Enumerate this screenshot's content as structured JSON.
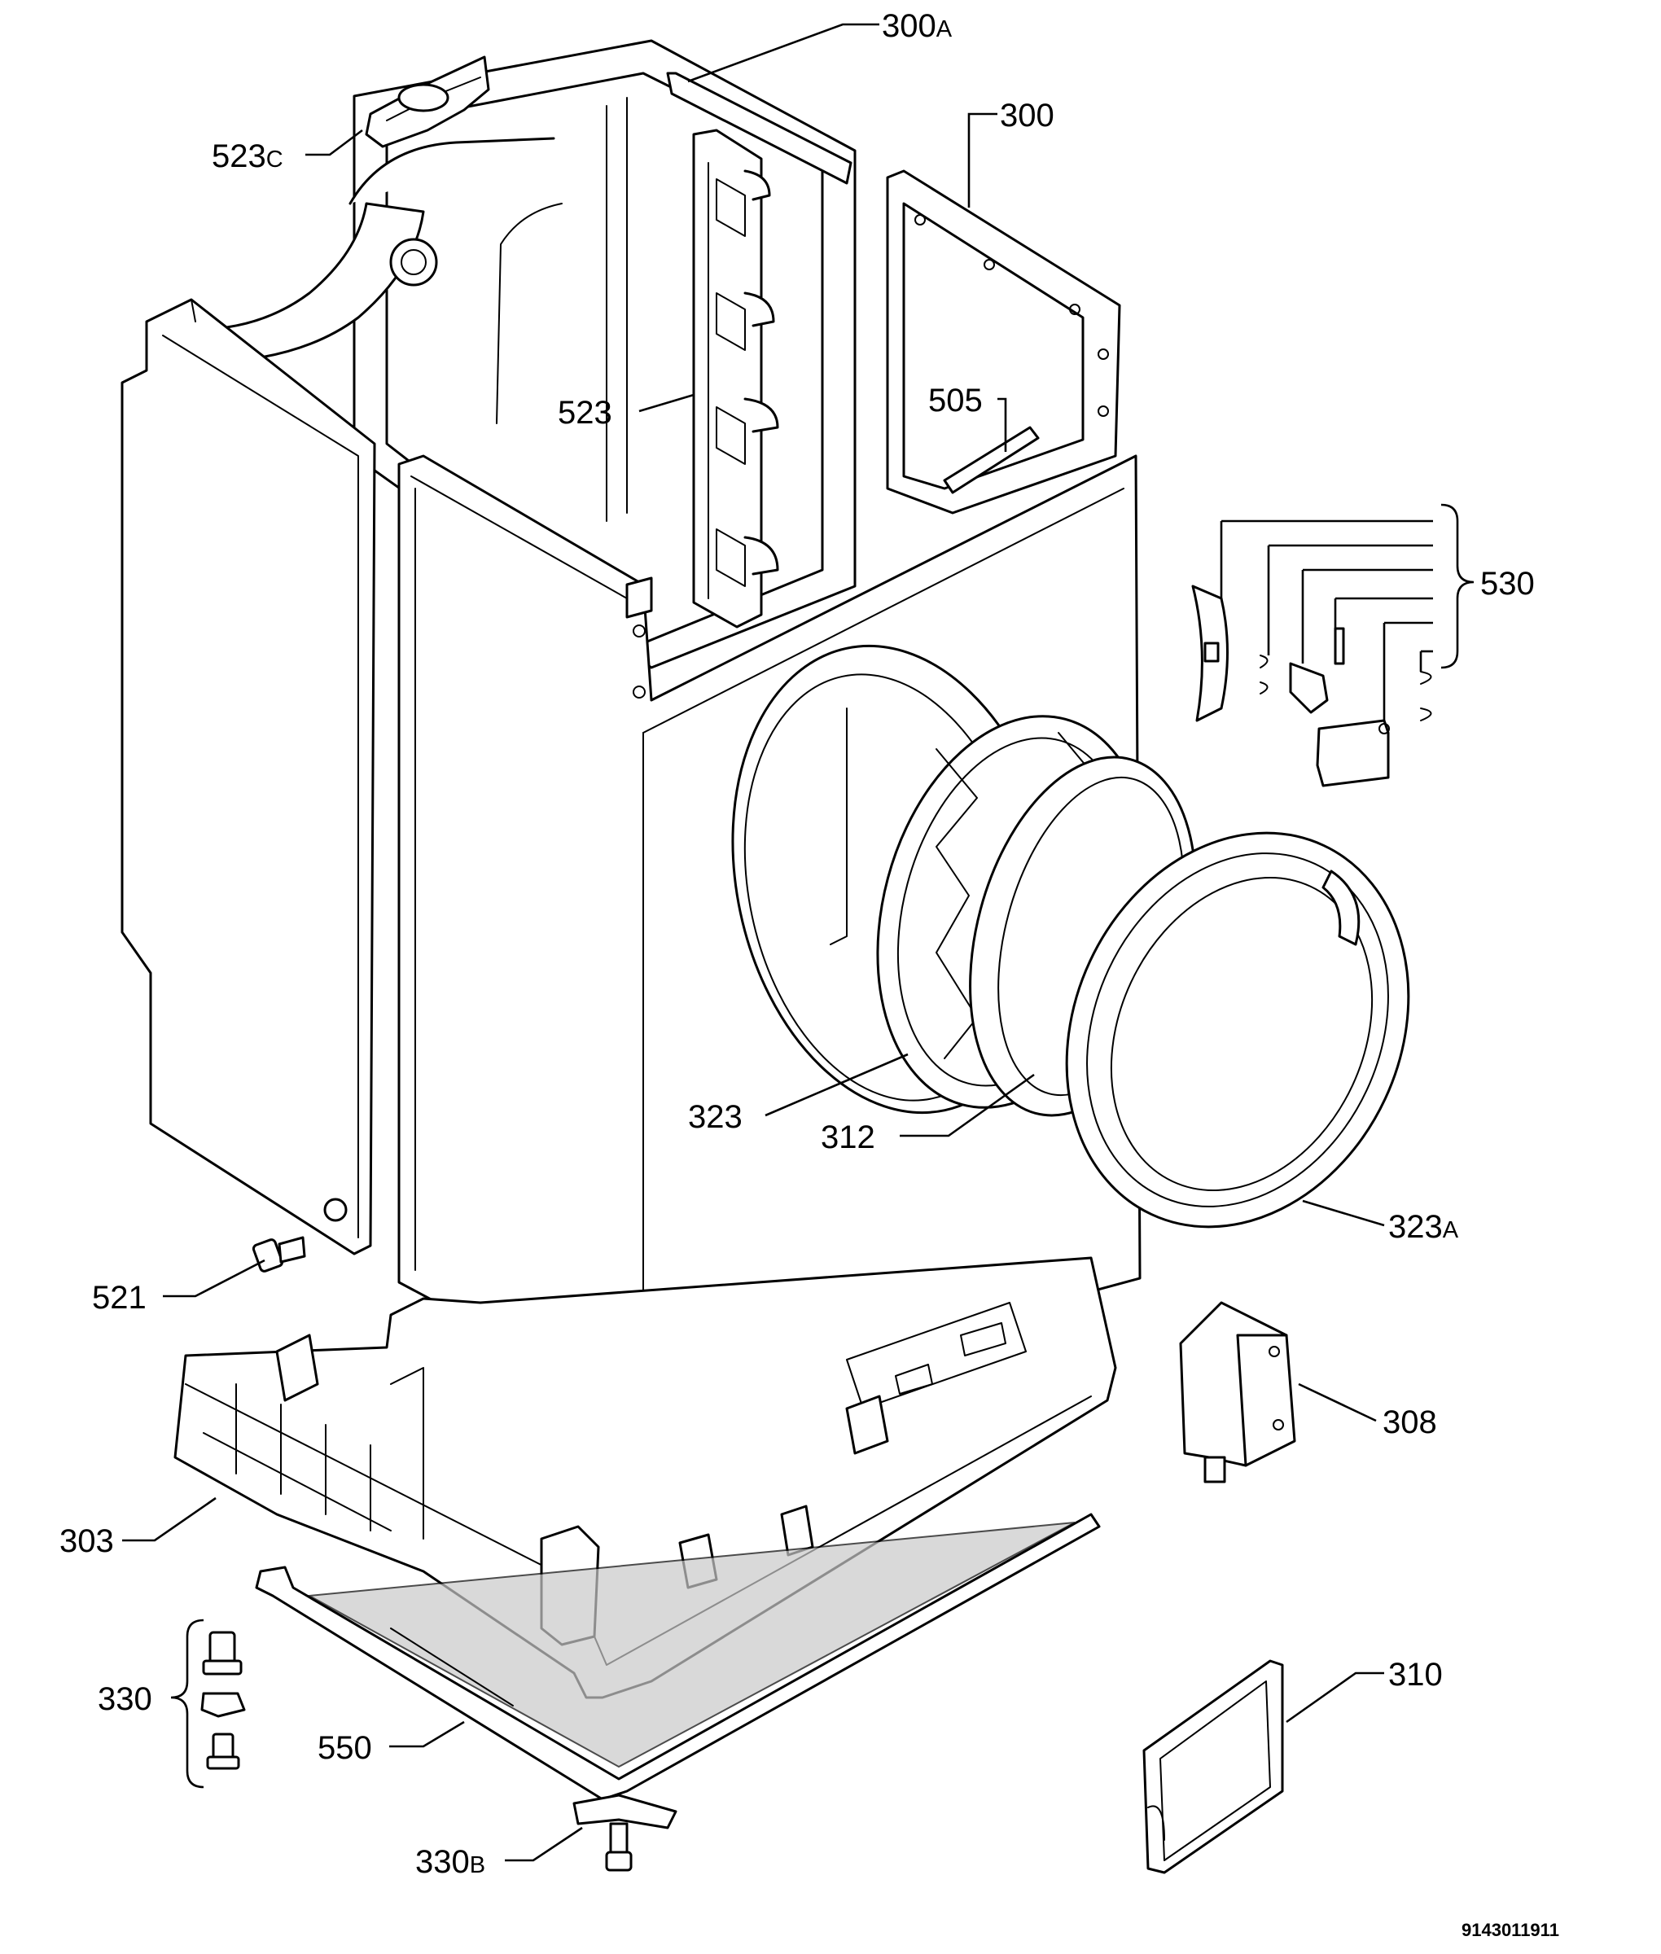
{
  "labels": {
    "l300A": {
      "num": "300",
      "sfx": "A"
    },
    "l300": {
      "num": "300"
    },
    "l523C": {
      "num": "523",
      "sfx": "C"
    },
    "l523": {
      "num": "523"
    },
    "l505": {
      "num": "505"
    },
    "l530": {
      "num": "530"
    },
    "l323": {
      "num": "323"
    },
    "l312": {
      "num": "312"
    },
    "l323A": {
      "num": "323",
      "sfx": "A"
    },
    "l521": {
      "num": "521"
    },
    "l308": {
      "num": "308"
    },
    "l303": {
      "num": "303"
    },
    "l330": {
      "num": "330"
    },
    "l550": {
      "num": "550"
    },
    "l310": {
      "num": "310"
    },
    "l330B": {
      "num": "330",
      "sfx": "B"
    }
  },
  "doc_number": "9143011911"
}
